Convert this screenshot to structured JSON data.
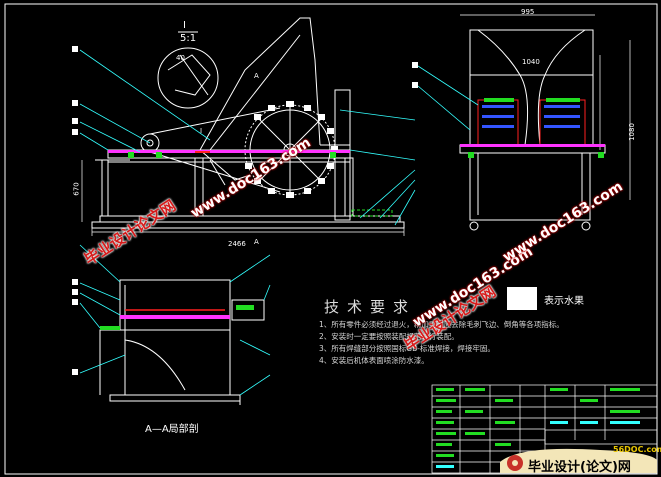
{
  "drawing": {
    "section_mark_roman": "I",
    "detail_scale": "5:1",
    "detail_dim": "40",
    "section_letter_top": "A",
    "section_letter_bottom": "A",
    "small_roman": "I",
    "height_dim_left": "670",
    "length_dim_bottom": "2466",
    "width_dim_top": "995",
    "dim_right_a": "1040",
    "dim_right_b": "1080",
    "section_caption": "A—A局部剖",
    "legend_label": "表示水果",
    "tech_title": "技术要求",
    "tech_notes": [
      "1、所有零件必须经过退火，精加工时应去除毛刺飞边、倒角等各项指标。",
      "2、安装时一定要按照装配规范进行装配。",
      "3、所有焊缝部分按照国标GB-标准焊接，焊接牢固。",
      "4、安装后机体表面喷涂防水漆。"
    ]
  },
  "watermarks": {
    "red_text": "毕业设计论文网",
    "blue_text": "www.doc163.com"
  },
  "footer": {
    "url": "56DOC.com",
    "brand": "毕业设计(论文)网"
  },
  "colors": {
    "background": "#000000",
    "line": "#ffffff",
    "accent_magenta": "#ff33ff",
    "accent_red": "#ff2020",
    "accent_green": "#22dd22",
    "accent_cyan": "#33ffff",
    "accent_blue": "#3355ff",
    "accent_yellow": "#ffff33"
  }
}
